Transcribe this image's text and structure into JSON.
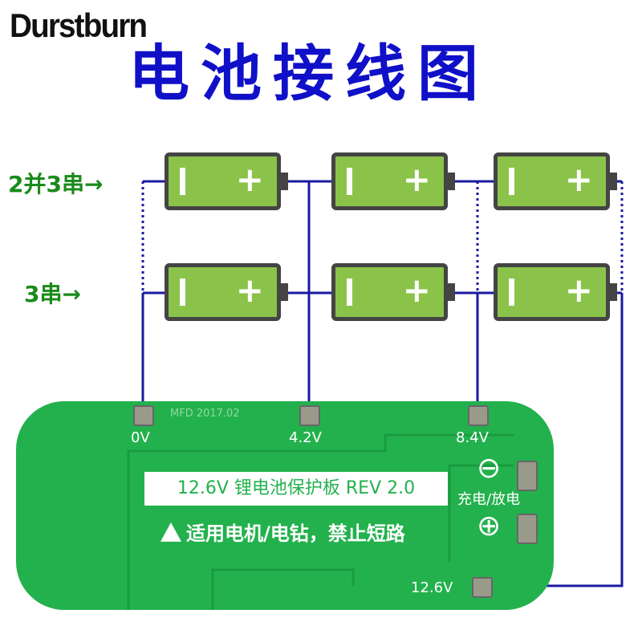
{
  "brand": "Durstburn",
  "title": "电池接线图",
  "labels": {
    "parallel": "2并3串→",
    "series": "3串→"
  },
  "battery": {
    "neg": "I",
    "pos": "+"
  },
  "board": {
    "pads": [
      "0V",
      "4.2V",
      "8.4V",
      "12.6V"
    ],
    "silk": "MFD 2017.02",
    "name": "12.6V 锂电池保护板 REV 2.0",
    "warning": "适用电机/电钻，禁止短路",
    "warning_icon": "!",
    "charge": "充电/放电",
    "minus": "⊖",
    "plus": "⊕"
  },
  "colors": {
    "wire": "#1a1aa0",
    "pcb": "#23b14d",
    "title": "#1010c8",
    "label": "#1a8a1a"
  }
}
